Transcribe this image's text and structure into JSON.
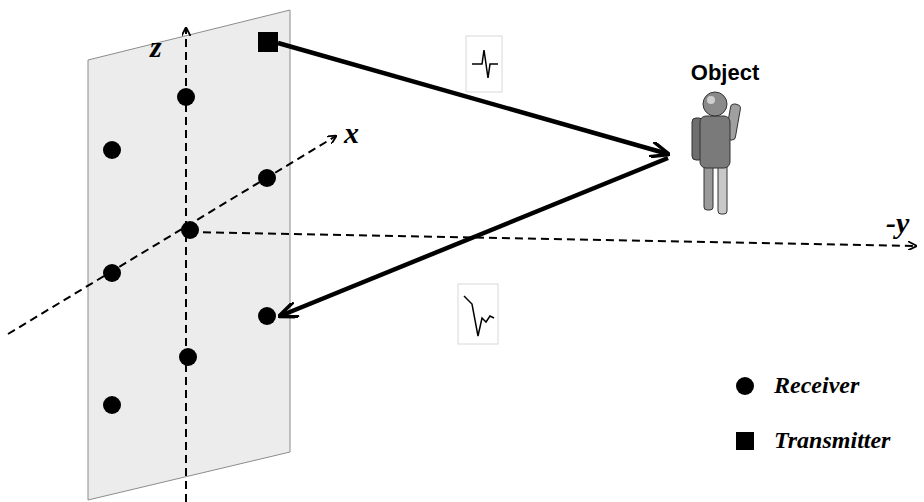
{
  "diagram": {
    "nodes": [
      {
        "text": [
          "Object"
        ]
      }
    ],
    "labels": [
      "z",
      "x",
      "-y"
    ],
    "legend": [
      {
        "text": "Receiver"
      },
      {
        "text": "Transmitter"
      }
    ]
  }
}
